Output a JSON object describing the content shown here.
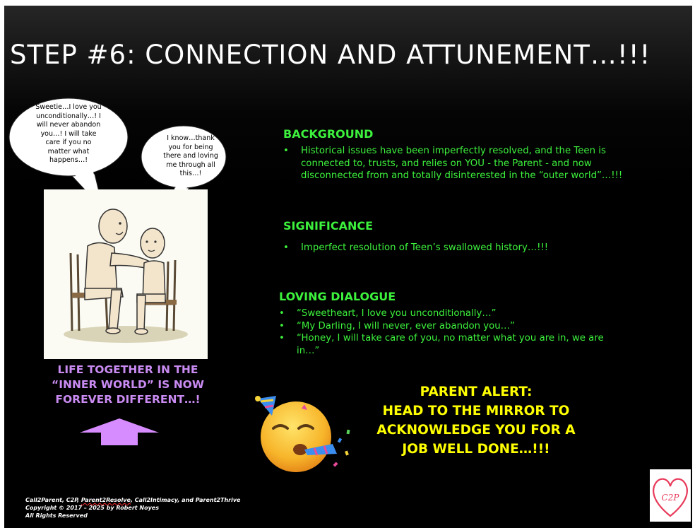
{
  "title": "STEP #6: CONNECTION AND ATTUNEMENT…!!!",
  "bubbles": {
    "parent": [
      "Sweetie…I love you",
      "unconditionally…! I",
      "will never abandon",
      "you…!  I will take",
      "care if you no",
      "matter what",
      "happens…!"
    ],
    "teen": [
      "I know…thank",
      "you for being",
      "there and loving",
      "me through all",
      "this…!"
    ]
  },
  "caption": [
    "LIFE TOGETHER IN THE",
    "“INNER WORLD” IS NOW",
    "FOREVER DIFFERENT…!"
  ],
  "sections": {
    "background": {
      "heading": "BACKGROUND",
      "bullets": [
        [
          "Historical issues have been imperfectly resolved, and the Teen is",
          "connected to, trusts, and relies on YOU - the Parent - and now",
          "disconnected from and totally disinterested in the “outer world”…!!!"
        ]
      ]
    },
    "significance": {
      "heading": "SIGNIFICANCE",
      "bullets": [
        [
          "Imperfect resolution of Teen’s swallowed history…!!!"
        ]
      ]
    },
    "dialogue": {
      "heading": "LOVING DIALOGUE",
      "bullets": [
        [
          "“Sweetheart, I love you unconditionally…”"
        ],
        [
          "“My Darling, I will never, ever abandon you…”"
        ],
        [
          "“Honey, I will take care of you, no matter what you are in, we are",
          "in…”"
        ]
      ]
    }
  },
  "alert": [
    "PARENT ALERT:",
    "HEAD TO THE MIRROR TO",
    "ACKNOWLEDGE YOU FOR A",
    "JOB WELL DONE…!!!"
  ],
  "footer": {
    "line1_a": "Call2Parent, C2P, ",
    "line1_b": "Parent2Resolve",
    "line1_c": ", Call2Intimacy, and Parent2Thrive",
    "line2": "Copyright © 2017 – 2025 by Robert Noyes",
    "line3": "All Rights Reserved"
  },
  "logo_text": "C2P",
  "colors": {
    "heading": "#3df23d",
    "caption": "#c98bf2",
    "alert": "#ffff00",
    "arrow": "#d68cff",
    "logo": "#e83a5a"
  },
  "icons": [
    "party-face-emoji-icon",
    "up-arrow-icon",
    "heart-logo-icon"
  ]
}
